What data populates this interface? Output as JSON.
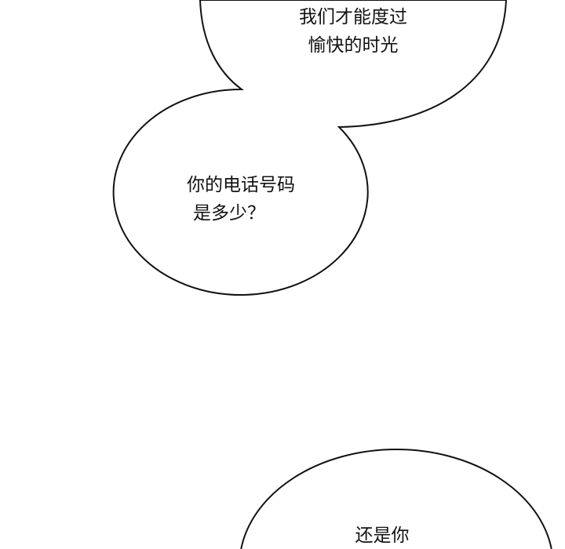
{
  "bubbles": [
    {
      "lines": [
        "我们才能度过",
        "愉快的时光"
      ]
    },
    {
      "lines": [
        "你的电话号码",
        "是多少？"
      ]
    },
    {
      "lines": [
        "还是你"
      ]
    }
  ],
  "colors": {
    "background": "#ffffff",
    "outline": "#111111",
    "text": "#111111"
  }
}
